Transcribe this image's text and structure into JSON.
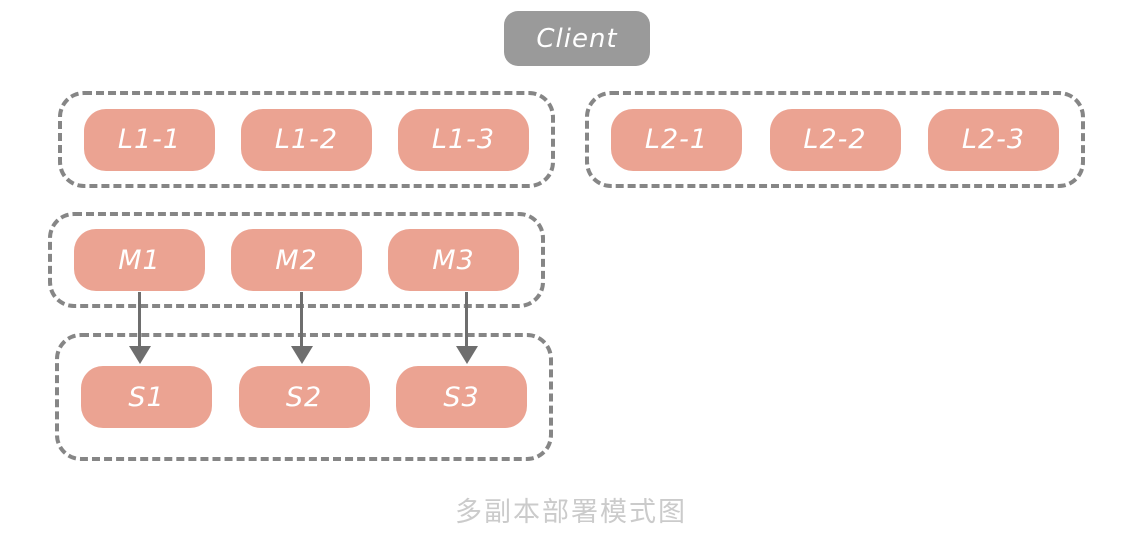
{
  "diagram": {
    "title": "多副本部署模式图",
    "client": {
      "label": "Client"
    },
    "groups": [
      {
        "id": "l1-replicas",
        "nodes": [
          "L1-1",
          "L1-2",
          "L1-3"
        ]
      },
      {
        "id": "l2-replicas",
        "nodes": [
          "L2-1",
          "L2-2",
          "L2-3"
        ]
      },
      {
        "id": "masters",
        "nodes": [
          "M1",
          "M2",
          "M3"
        ]
      },
      {
        "id": "slaves",
        "nodes": [
          "S1",
          "S2",
          "S3"
        ]
      }
    ],
    "edges": [
      {
        "from": "M1",
        "to": "S1"
      },
      {
        "from": "M2",
        "to": "S2"
      },
      {
        "from": "M3",
        "to": "S3"
      }
    ],
    "colors": {
      "node_fill": "#eba392",
      "node_text": "#ffffff",
      "client_fill": "#9a9a9a",
      "client_text": "#ffffff",
      "container_border": "#868686",
      "arrow": "#6e6e6e",
      "caption_text": "#cbcbcb",
      "background": "#ffffff"
    }
  }
}
